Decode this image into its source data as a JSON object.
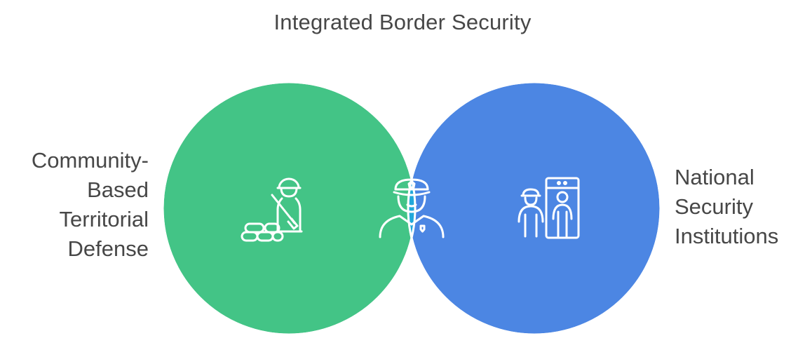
{
  "diagram": {
    "title": "Integrated Border Security",
    "left_set": {
      "label_lines": [
        "Community-",
        "Based",
        "Territorial",
        "Defense"
      ],
      "color": "#43C486",
      "icon": "soldier-sandbag-icon"
    },
    "right_set": {
      "label_lines": [
        "National",
        "Security",
        "Institutions"
      ],
      "color": "#4C86E3",
      "icon": "security-scanner-icon"
    },
    "intersection": {
      "color": "#22A8DA",
      "icon": "police-officer-icon"
    }
  }
}
